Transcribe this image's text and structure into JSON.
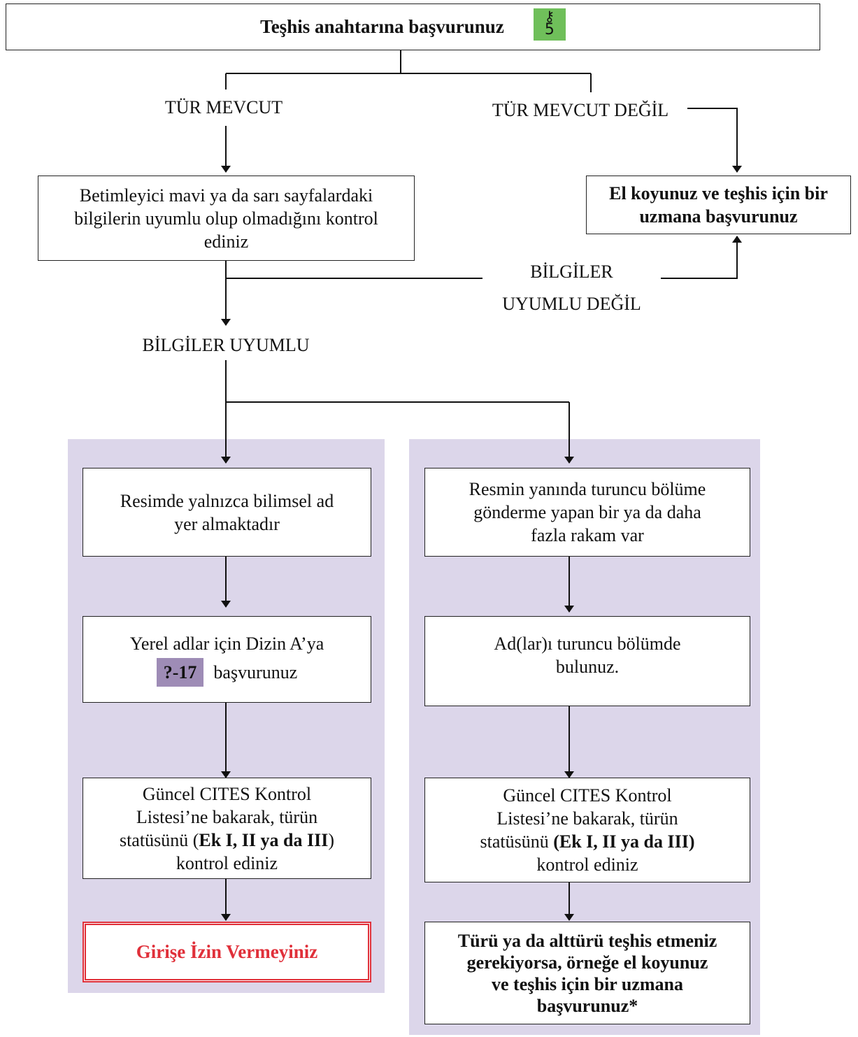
{
  "header": {
    "title": "Teşhis anahtarına başvurunuz",
    "key_number": "5",
    "key_icon": "key-icon"
  },
  "branches": {
    "species_present": "TÜR MEVCUT",
    "species_absent": "TÜR MEVCUT DEĞİL",
    "info_mismatch_line1": "BİLGİLER",
    "info_mismatch_line2": "UYUMLU DEĞİL",
    "info_match": "BİLGİLER UYUMLU"
  },
  "boxes": {
    "check_pages": "Betimleyici mavi ya da sarı sayfalardaki bilgilerin uyumlu olup olmadığını kontrol ediniz",
    "seize_expert_line1": "El koyunuz ve teşhis için bir",
    "seize_expert_line2": "uzmana başvurunuz"
  },
  "left_column": {
    "step1": "Resimde yalnızca bilimsel ad yer almaktadır",
    "step2_text": "Yerel adlar için Dizin A’ya",
    "step2_tag": "?-17",
    "step2_suffix": "başvurunuz",
    "step3_line1": "Güncel CITES Kontrol",
    "step3_line2": "Listesi’ne bakarak, türün",
    "step3_pre": "statüsünü (",
    "step3_bold": "Ek I, II ya da III",
    "step3_post": ")",
    "step3_line4": "kontrol ediniz",
    "final": "Girişe İzin Vermeyiniz"
  },
  "right_column": {
    "step1_line1": "Resmin yanında turuncu bölüme",
    "step1_line2": "gönderme yapan bir ya da daha",
    "step1_line3": "fazla rakam var",
    "step2_line1": "Ad(lar)ı turuncu bölümde",
    "step2_line2": "bulunuz.",
    "step3_line1": "Güncel CITES Kontrol",
    "step3_line2": "Listesi’ne bakarak, türün",
    "step3_pre": "statüsünü ",
    "step3_bold": "(Ek I, II ya da III)",
    "step3_line4": "kontrol ediniz",
    "final_line1": "Türü ya da alttürü teşhis etmeniz",
    "final_line2": "gerekiyorsa, örneğe el koyunuz",
    "final_line3": "ve teşhis için bir uzmana",
    "final_line4": "başvurunuz*"
  },
  "colors": {
    "panel": "#dcd6ea",
    "key_badge": "#6fbf5a",
    "tag": "#9e8cb6",
    "alert": "#e0303a"
  }
}
